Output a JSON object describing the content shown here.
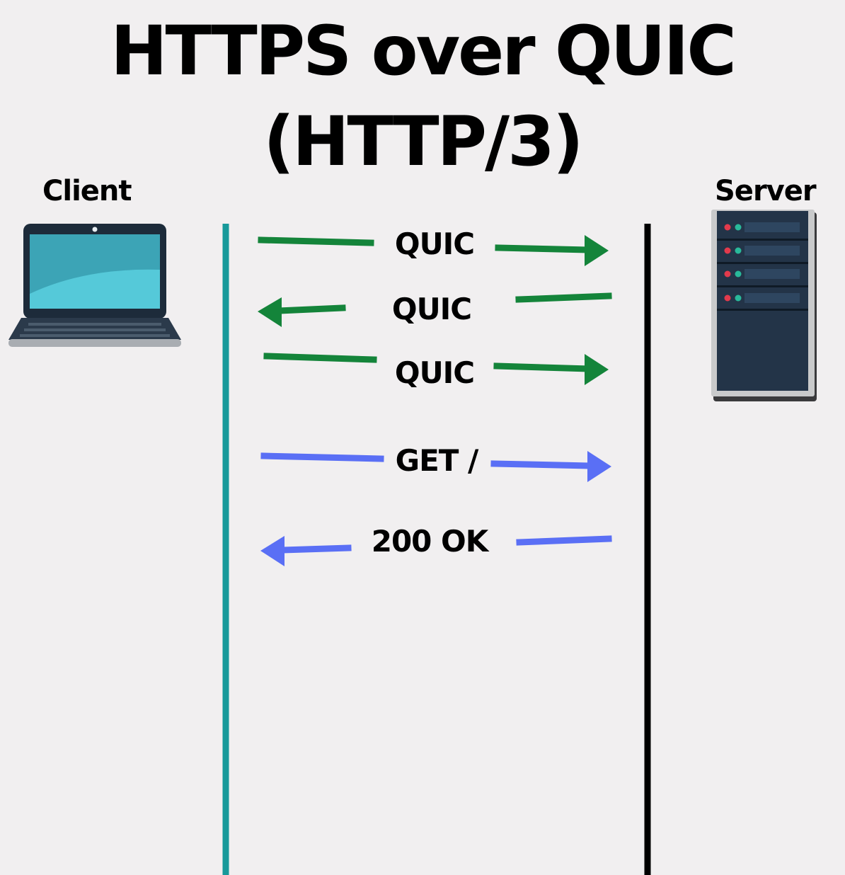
{
  "title": {
    "line1": "HTTPS over QUIC",
    "line2": "(HTTP/3)"
  },
  "client": {
    "label": "Client",
    "icon": "laptop-icon",
    "lifeline_color": "#17999a"
  },
  "server": {
    "label": "Server",
    "icon": "server-rack-icon",
    "lifeline_color": "#000000"
  },
  "colors": {
    "quic": "#14843a",
    "http": "#5a6ff5",
    "background": "#f1eff0"
  },
  "messages": [
    {
      "label": "QUIC",
      "direction": "to-server",
      "kind": "quic"
    },
    {
      "label": "QUIC",
      "direction": "to-client",
      "kind": "quic"
    },
    {
      "label": "QUIC",
      "direction": "to-server",
      "kind": "quic"
    },
    {
      "label": "GET /",
      "direction": "to-server",
      "kind": "http"
    },
    {
      "label": "200 OK",
      "direction": "to-client",
      "kind": "http"
    }
  ]
}
